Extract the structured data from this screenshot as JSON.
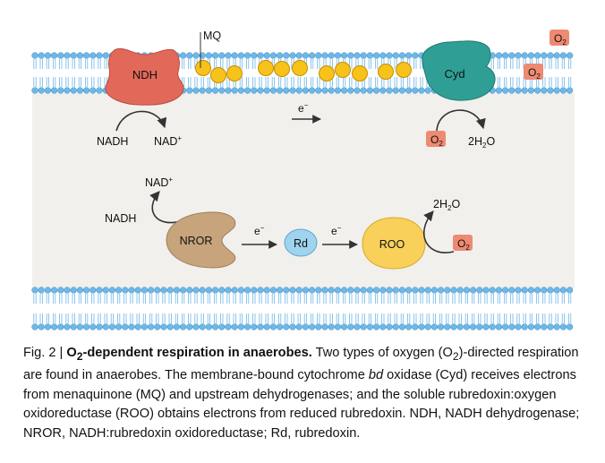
{
  "diagram": {
    "labels": {
      "ndh": "NDH",
      "mq": "MQ",
      "cyd": "Cyd",
      "o2": "O",
      "o2_sub": "2",
      "electron": "e",
      "electron_sup": "−",
      "nadh": "NADH",
      "nad_plus": "NAD",
      "plus_sup": "+",
      "water_prefix": "2H",
      "water_sub": "2",
      "water_suffix": "O",
      "nror": "NROR",
      "rd": "Rd",
      "roo": "ROO"
    },
    "colors": {
      "background_band": "#f2f0ec",
      "lipid_head": "#6fb7e6",
      "lipid_head_edge": "#3f8fc8",
      "lipid_tail": "#6fb7e6",
      "ndh": "#e2695a",
      "cyd": "#2f9f95",
      "mq": "#f7c21a",
      "nror": "#c8a47c",
      "rd": "#9fd3ee",
      "roo": "#f8d05a",
      "o2_box": "#ef8a72",
      "arrow": "#333333"
    }
  },
  "caption": {
    "fig": "Fig. 2 | ",
    "title_o": "O",
    "title_sub": "2",
    "title_rest": "-dependent respiration in anaerobes.",
    "text1": " Two types of oxygen (O",
    "text1_sub": "2",
    "text2": ")-directed respiration are found in anaerobes. The membrane-bound cytochrome ",
    "bd": "bd",
    "text3": " oxidase (Cyd) receives electrons from menaquinone (MQ) and upstream dehydrogenases; and the soluble rubredoxin:oxygen oxidoreductase (ROO) obtains electrons from reduced rubredoxin. NDH, NADH dehydrogenase; NROR, NADH:rubredoxin oxidoreductase; Rd, rubredoxin."
  }
}
